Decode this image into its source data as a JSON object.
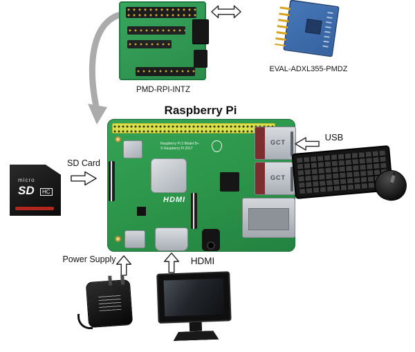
{
  "labels": {
    "pmd": "PMD-RPI-INTZ",
    "eval": "EVAL-ADXL355-PMDZ",
    "pi": "Raspberry Pi",
    "sd": "SD Card",
    "usb": "USB",
    "power": "Power Supply",
    "hdmi": "HDMI"
  },
  "pi_board": {
    "silk1": "Raspberry Pi 3 Model B+",
    "silk2": "© Raspberry Pi 2017",
    "hdmi_silk": "HDMI",
    "usb_top": "GCT",
    "usb_bottom": "GCT"
  },
  "sd_card": {
    "micro": "micro",
    "sd": "SD",
    "hc": "HC"
  },
  "colors": {
    "pcb_green": "#2f9c4e",
    "eval_blue": "#3e6cb0",
    "gpio_highlight": "#d8e14b",
    "metal_silver": "#c7cacf",
    "usb_maroon": "#7c2d2d",
    "arrow_gray": "#ababab"
  }
}
